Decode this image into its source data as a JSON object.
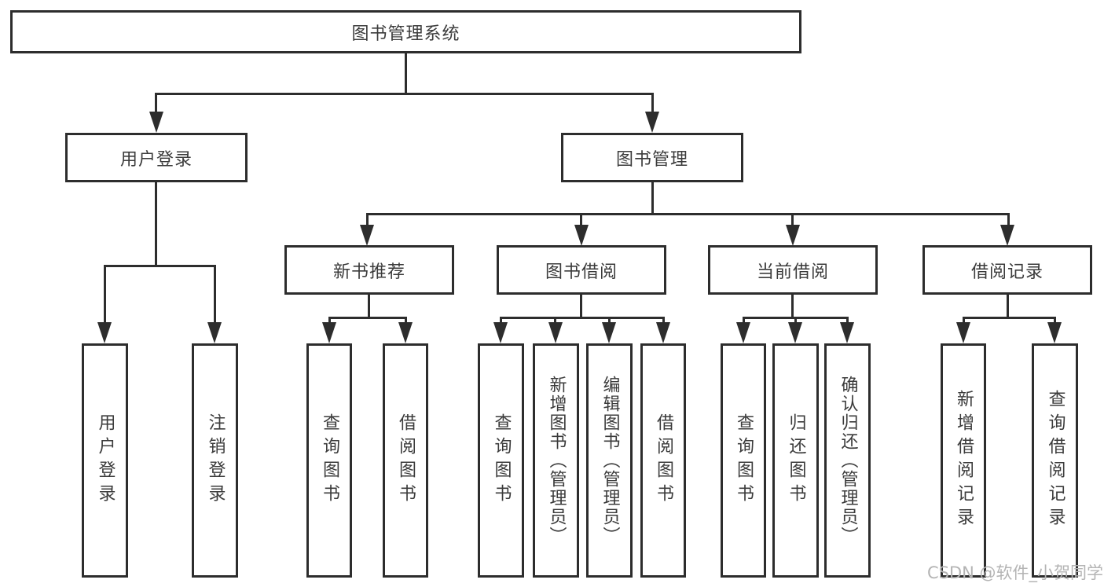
{
  "diagram": {
    "root": {
      "label": "图书管理系统"
    },
    "level2": [
      {
        "label": "用户登录",
        "children": [
          {
            "label": "用户登录"
          },
          {
            "label": "注销登录"
          }
        ]
      },
      {
        "label": "图书管理"
      }
    ],
    "level3": [
      {
        "label": "新书推荐",
        "children": [
          {
            "label": "查询图书"
          },
          {
            "label": "借阅图书"
          }
        ]
      },
      {
        "label": "图书借阅",
        "children": [
          {
            "label": "查询图书"
          },
          {
            "label": "新增图书（管理员）"
          },
          {
            "label": "编辑图书（管理员）"
          },
          {
            "label": "借阅图书"
          }
        ]
      },
      {
        "label": "当前借阅",
        "children": [
          {
            "label": "查询图书"
          },
          {
            "label": "归还图书"
          },
          {
            "label": "确认归还（管理员）"
          }
        ]
      },
      {
        "label": "借阅记录",
        "children": [
          {
            "label": "新增借阅记录"
          },
          {
            "label": "查询借阅记录"
          }
        ]
      }
    ]
  },
  "watermark": {
    "text": "CSDN @软件_小贺同学"
  },
  "colors": {
    "line": "#2d2d2d",
    "text": "#3b3b3b",
    "watermark": "#b4b4b4",
    "background": "#ffffff"
  }
}
